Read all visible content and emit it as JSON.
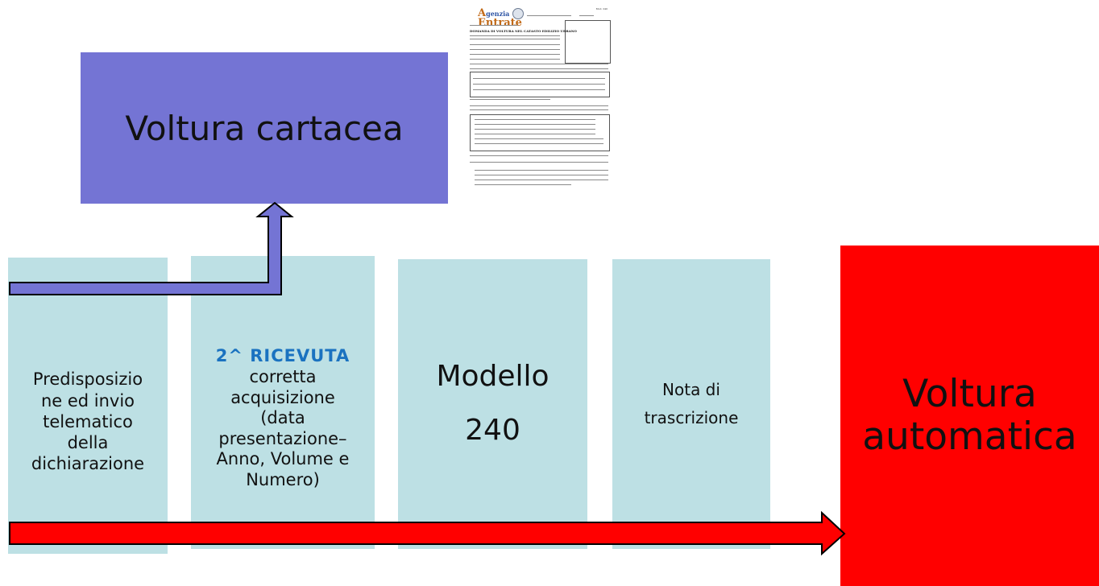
{
  "top_box": {
    "label": "Voltura cartacea"
  },
  "document_thumbnail": {
    "logo": "Agenzia Entrate",
    "title": "DOMANDA DI VOLTURA NEL CATASTO EDILIZIO URBANO"
  },
  "steps": [
    {
      "label": "Predisposizio\nne ed invio\ntelematico\ndella\ndichiarazione"
    },
    {
      "highlight": "2^  RICEVUTA",
      "label": "corretta\nacquisizione\n(data\npresentazione–\nAnno, Volume e\nNumero)"
    },
    {
      "label": "Modello\n240"
    },
    {
      "label": "Nota di\ntrascrizione"
    }
  ],
  "result_box": {
    "label": "Voltura\nautomatica"
  },
  "colors": {
    "teal": "#bde0e4",
    "purple": "#7474d4",
    "red": "#ff0000",
    "highlight_blue": "#1a72c0"
  }
}
